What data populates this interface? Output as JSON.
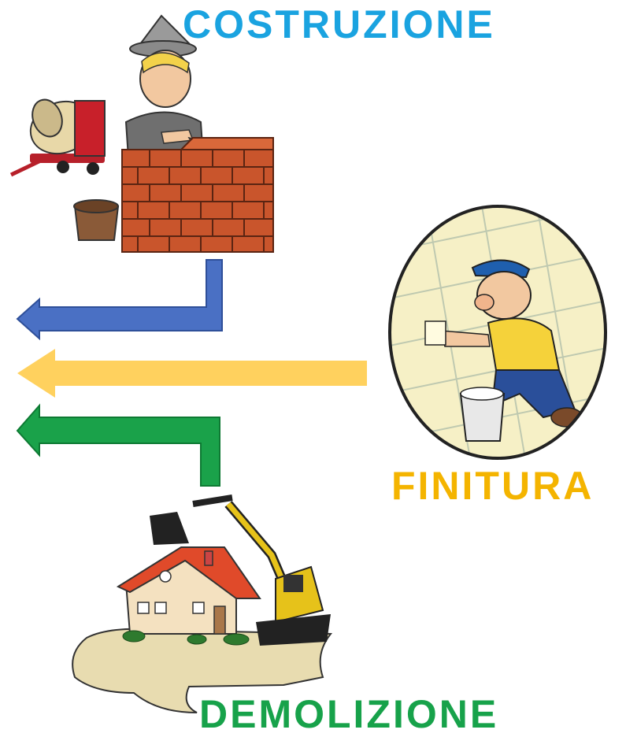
{
  "labels": {
    "construction": "COSTRUZIONE",
    "finishing": "FINITURA",
    "demolition": "DEMOLIZIONE"
  },
  "colors": {
    "construction": "#1aa3e0",
    "finishing": "#f4b400",
    "demolition": "#17a24a",
    "arrow_blue": "#4a70c4",
    "arrow_yellow": "#ffd15e",
    "arrow_green": "#1aa24a"
  },
  "icons": {
    "construction": "bricklayer-illustration",
    "finishing": "tiler-illustration",
    "demolition": "excavator-house-illustration"
  }
}
